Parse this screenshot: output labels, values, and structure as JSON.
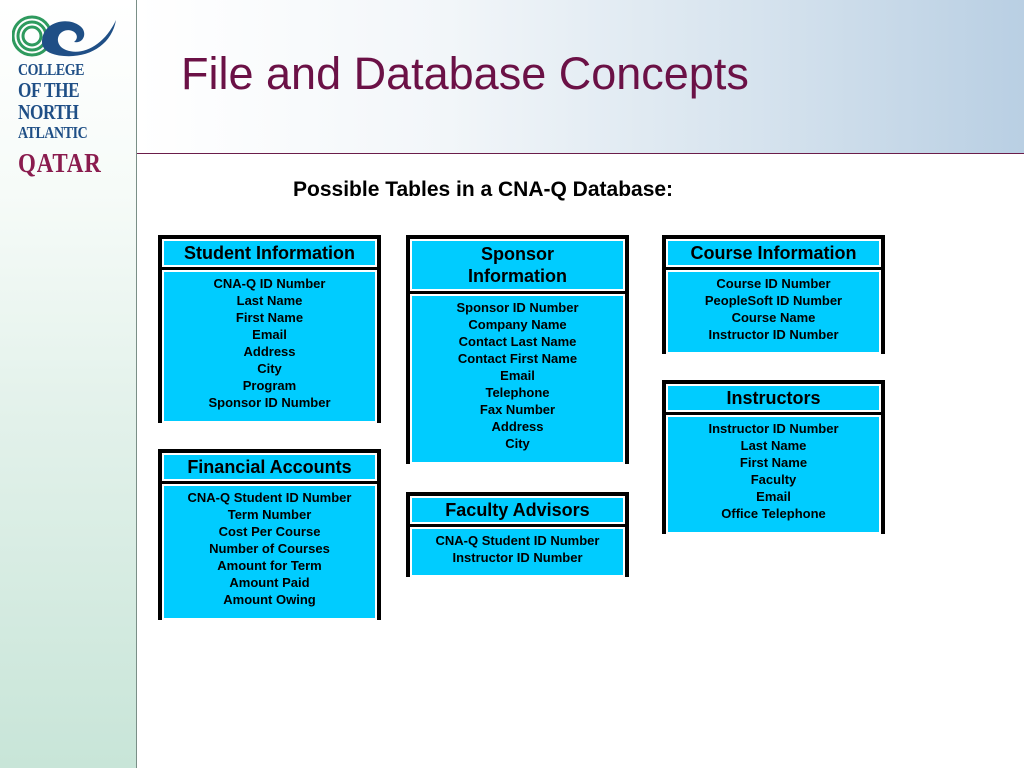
{
  "title": "File and Database Concepts",
  "subtitle": "Possible Tables in a CNA-Q Database:",
  "logo": {
    "lines": [
      "COLLEGE",
      "OF THE",
      "NORTH",
      "ATLANTIC"
    ],
    "qatar": "QATAR"
  },
  "tables": {
    "student": {
      "header": "Student Information",
      "fields": [
        "CNA-Q ID Number",
        "Last Name",
        "First Name",
        "Email",
        "Address",
        "City",
        "Program",
        "Sponsor ID Number"
      ]
    },
    "financial": {
      "header": "Financial Accounts",
      "fields": [
        "CNA-Q Student ID Number",
        "Term Number",
        "Cost Per Course",
        "Number of Courses",
        "Amount for Term",
        "Amount Paid",
        "Amount Owing"
      ]
    },
    "sponsor": {
      "header_line1": "Sponsor",
      "header_line2": "Information",
      "fields": [
        "Sponsor ID Number",
        "Company Name",
        "Contact Last Name",
        "Contact First Name",
        "Email",
        "Telephone",
        "Fax Number",
        "Address",
        "City"
      ]
    },
    "faculty": {
      "header": "Faculty Advisors",
      "fields": [
        "CNA-Q Student ID Number",
        "Instructor ID Number"
      ]
    },
    "course": {
      "header": "Course Information",
      "fields": [
        "Course ID Number",
        "PeopleSoft ID Number",
        "Course Name",
        "Instructor ID Number"
      ]
    },
    "instructors": {
      "header": "Instructors",
      "fields": [
        "Instructor ID Number",
        "Last Name",
        "First Name",
        "Faculty",
        "Email",
        "Office Telephone"
      ]
    }
  }
}
